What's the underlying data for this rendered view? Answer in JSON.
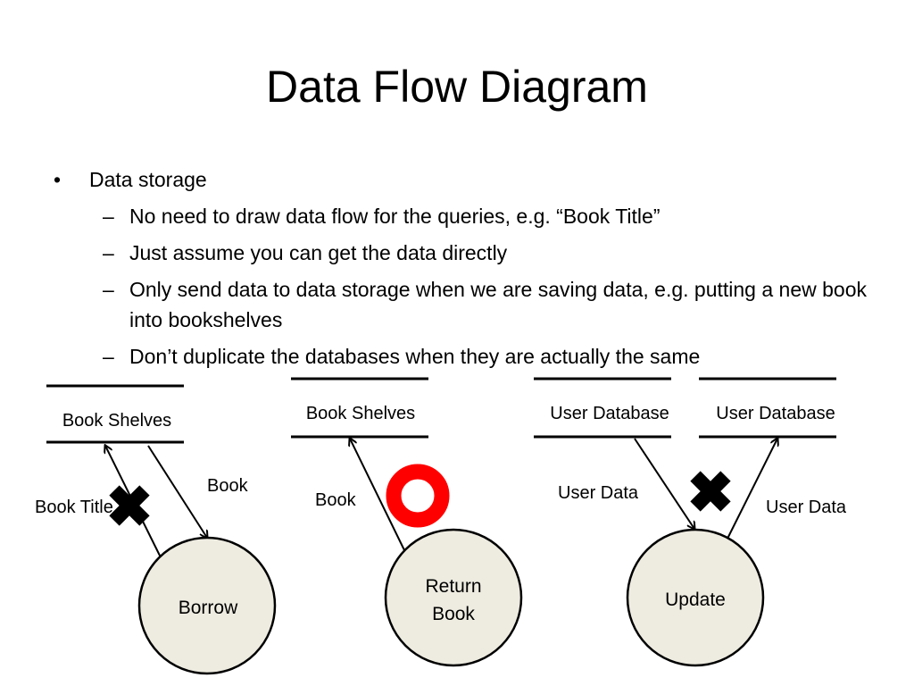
{
  "slide": {
    "title": "Data Flow Diagram",
    "bullets": [
      {
        "level": 1,
        "marker": "•",
        "text": "Data storage"
      },
      {
        "level": 2,
        "marker": "–",
        "text": "No need to draw data flow for the queries, e.g. “Book Title”"
      },
      {
        "level": 2,
        "marker": "–",
        "text": "Just assume you can get the data directly"
      },
      {
        "level": 2,
        "marker": "–",
        "text": "Only send data to data storage when we are saving data, e.g. putting a new book into bookshelves"
      },
      {
        "level": 2,
        "marker": "–",
        "text": "Don’t duplicate the databases when they are actually the same"
      }
    ]
  },
  "diagram": {
    "colors": {
      "process_fill": "#eeece1",
      "stroke": "#000000",
      "ring": "#ff0000",
      "cross": "#000000"
    },
    "example1": {
      "store": "Book Shelves",
      "process": "Borrow",
      "flow_in_label": "Book Title",
      "flow_out_label": "Book",
      "mark": "cross-icon"
    },
    "example2": {
      "store": "Book Shelves",
      "process_line1": "Return",
      "process_line2": "Book",
      "flow_label": "Book",
      "mark": "circle-icon"
    },
    "example3": {
      "store_a": "User Database",
      "store_b": "User Database",
      "process": "Update",
      "flow_a_label": "User Data",
      "flow_b_label": "User Data",
      "mark": "cross-icon"
    }
  }
}
